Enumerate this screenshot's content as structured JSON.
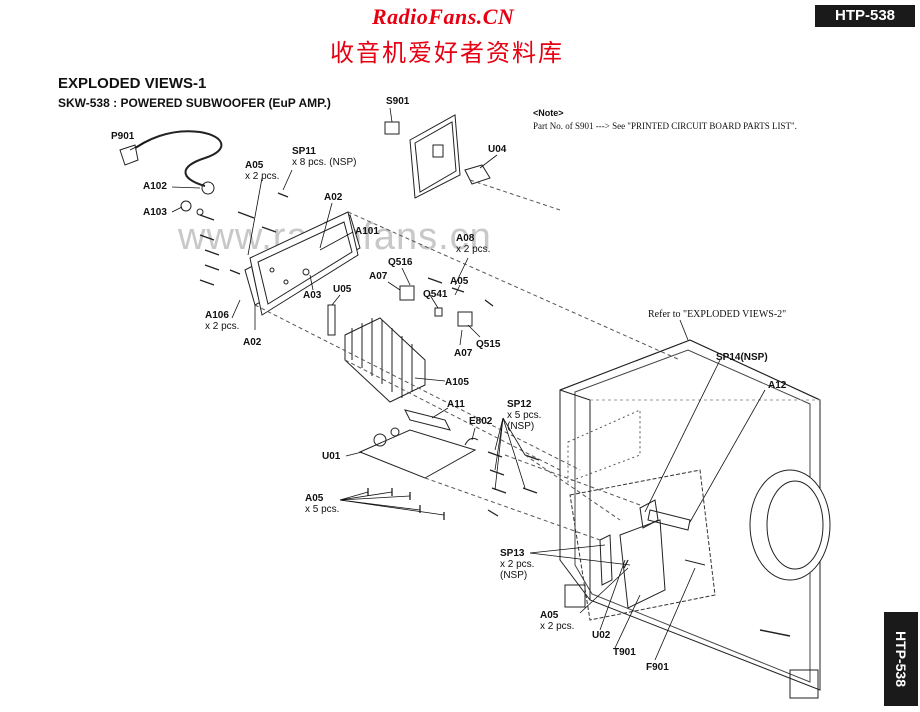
{
  "header": {
    "brand": "RadioFans.CN",
    "brand_cn": "收音机爱好者资料库",
    "model": "HTP-538",
    "side_tab": "HTP-538"
  },
  "titles": {
    "main": "EXPLODED VIEWS-1",
    "sub": "SKW-538 : POWERED SUBWOOFER (EuP AMP.)"
  },
  "note": {
    "title": "<Note>",
    "body": "Part No. of S901 ---> See \"PRINTED CIRCUIT BOARD PARTS LIST\"."
  },
  "refer": "Refer to \"EXPLODED VIEWS-2\"",
  "watermark": "www.radiofans.cn",
  "parts": {
    "p901": "P901",
    "a102": "A102",
    "a103": "A103",
    "a05_top": "A05",
    "a05_top_qty": "x 2 pcs.",
    "sp11": "SP11",
    "sp11_qty": "x 8 pcs. (NSP)",
    "s901": "S901",
    "u04": "U04",
    "a02_top": "A02",
    "a101": "A101",
    "a08": "A08",
    "a08_qty": "x 2 pcs.",
    "q516": "Q516",
    "a07_top": "A07",
    "a05_mid": "A05",
    "q541": "Q541",
    "a03": "A03",
    "u05": "U05",
    "a106": "A106",
    "a106_qty": "x 2 pcs.",
    "a02_bottom": "A02",
    "q515": "Q515",
    "a07_bottom": "A07",
    "a105": "A105",
    "a11": "A11",
    "e802": "E802",
    "sp12": "SP12",
    "sp12_qty": "x 5 pcs.",
    "sp12_nsp": "(NSP)",
    "u01": "U01",
    "a05_bottom": "A05",
    "a05_bottom_qty": "x 5 pcs.",
    "sp14": "SP14(NSP)",
    "a12": "A12",
    "sp13": "SP13",
    "sp13_qty": "x 2 pcs.",
    "sp13_nsp": "(NSP)",
    "a05_lower": "A05",
    "a05_lower_qty": "x 2 pcs.",
    "u02": "U02",
    "t901": "T901",
    "f901": "F901"
  },
  "colors": {
    "brand_red": "#e60012",
    "tab_black": "#1a1a1a",
    "line": "#222222",
    "dash": "#555555"
  }
}
